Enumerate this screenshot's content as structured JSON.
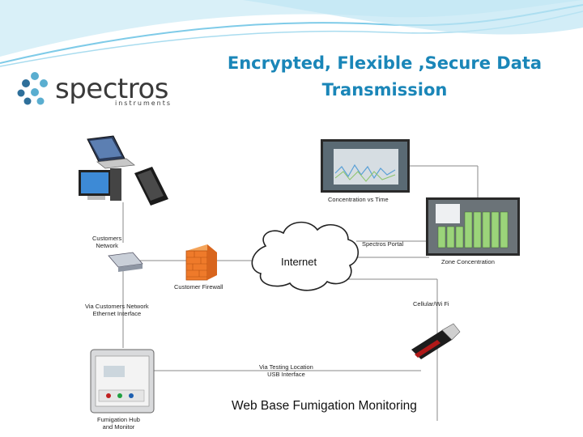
{
  "slide": {
    "title_line1": "Encrypted, Flexible ,Secure Data",
    "title_line2": "Transmission"
  },
  "logo": {
    "name": "spectros",
    "sub": "instruments"
  },
  "diagram": {
    "customers_network_l1": "Customers",
    "customers_network_l2": "Network",
    "customer_firewall": "Customer Firewall",
    "internet": "Internet",
    "concentration_vs_time": "Concentration vs Time",
    "spectros_portal": "Spectros Portal",
    "zone_concentration": "Zone Concentration",
    "via_customers_l1": "Via Customers Network",
    "via_customers_l2": "Ethernet Interface",
    "cellular_wifi": "Cellular/Wi Fi",
    "via_testing_l1": "Via Testing Location",
    "via_testing_l2": "USB Interface",
    "hub_l1": "Fumigation Hub",
    "hub_l2": "and Monitor",
    "caption": "Web Base Fumigation Monitoring"
  },
  "colors": {
    "title": "#1a86b8",
    "wave": "#7fcbe8",
    "line": "#8a8a8a"
  }
}
